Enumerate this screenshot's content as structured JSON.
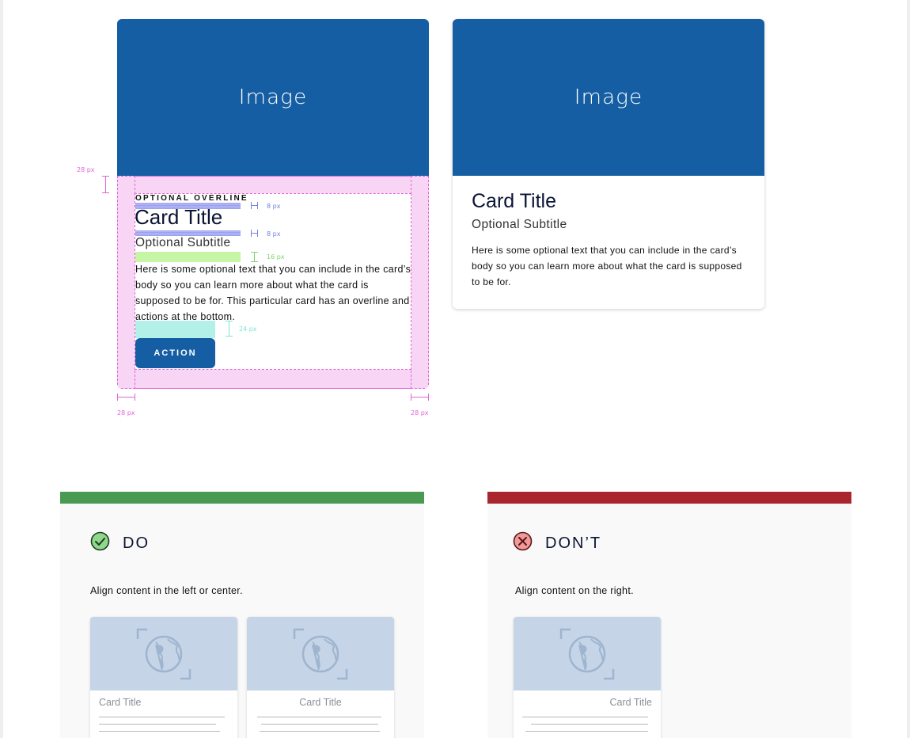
{
  "annotated_card": {
    "image_label": "Image",
    "overline": "OPTIONAL OVERLINE",
    "title": "Card Title",
    "subtitle": "Optional Subtitle",
    "body": "Here is some optional text that you can include in the card’s body so you can learn more about what the card is supposed to be for. This particular card has an overline and actions at the bottom.",
    "action_label": "ACTION",
    "measurements": {
      "top_padding": "28 px",
      "overline_gap": "8 px",
      "title_gap": "8 px",
      "subtitle_gap": "16 px",
      "body_gap": "24 px",
      "left_padding": "28 px",
      "right_padding": "28 px"
    }
  },
  "plain_card": {
    "image_label": "Image",
    "title": "Card Title",
    "subtitle": "Optional Subtitle",
    "body": "Here is some optional text that you can include in the card’s body so you can learn more about what the card is supposed to be for."
  },
  "do_panel": {
    "label": "DO",
    "description": "Align content in the left or center.",
    "bar_color": "#4a9a53",
    "icon": "check-circle-icon",
    "examples": [
      {
        "title": "Card Title",
        "align": "left"
      },
      {
        "title": "Card Title",
        "align": "center"
      }
    ]
  },
  "dont_panel": {
    "label": "DON’T",
    "description": "Align content on the right.",
    "bar_color": "#a8262c",
    "icon": "x-circle-icon",
    "examples": [
      {
        "title": "Card Title",
        "align": "right"
      }
    ]
  },
  "colors": {
    "primary": "#155ea3",
    "padding_highlight": "#f8d5f5",
    "measure_pink": "#e065d8",
    "measure_blue": "#7b7fe0",
    "measure_green": "#7fd36a",
    "measure_teal": "#7fe4d6"
  }
}
